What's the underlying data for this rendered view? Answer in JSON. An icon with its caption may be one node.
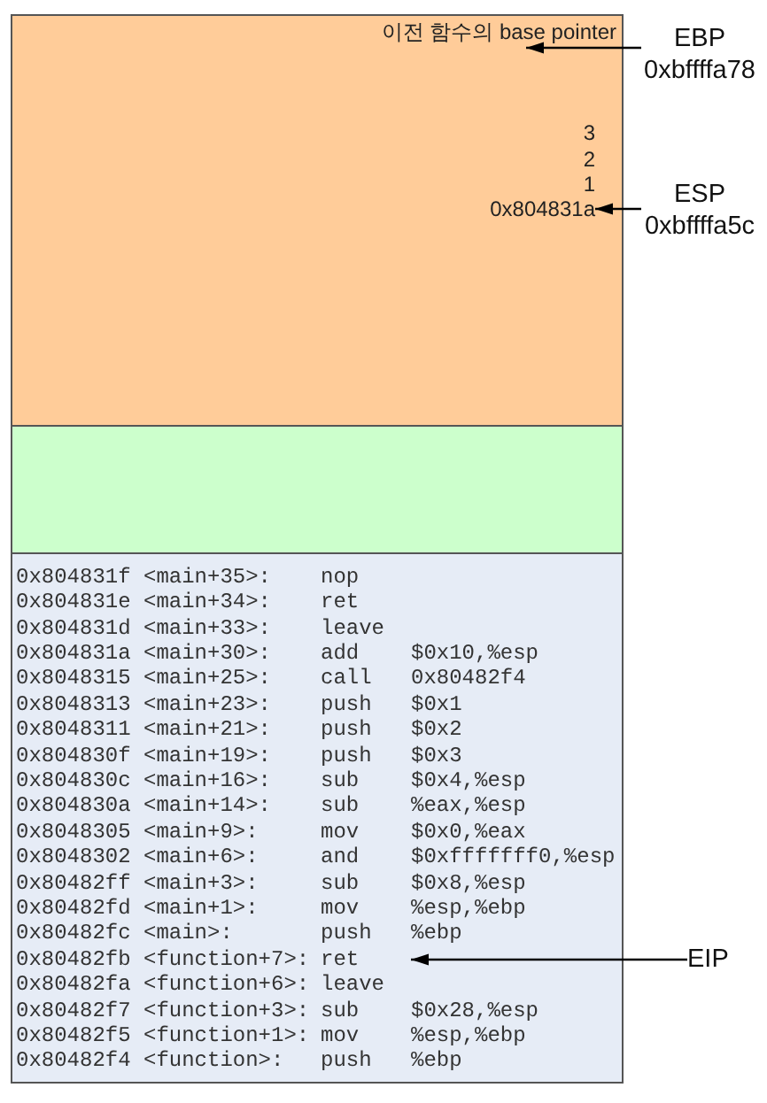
{
  "diagram": {
    "nodes": [
      {
        "text": [],
        "shape": "box"
      },
      {
        "text": [
          "이전 함수의 base pointer"
        ],
        "in": 0
      },
      {
        "text": [
          "EBP",
          "0xbffffa78"
        ]
      },
      {
        "text": [
          "3"
        ],
        "in": 0
      },
      {
        "text": [
          "2"
        ],
        "in": 0
      },
      {
        "text": [
          "1"
        ],
        "in": 0
      },
      {
        "text": [
          "0x804831a"
        ],
        "in": 0
      },
      {
        "text": [
          "ESP",
          "0xbffffa5c"
        ]
      },
      {
        "text": [],
        "shape": "box"
      },
      {
        "text": [],
        "shape": "box"
      },
      {
        "text": [
          "0x804831f",
          "<main+35>:",
          "nop"
        ],
        "in": 9
      },
      {
        "text": [
          "0x804831e",
          "<main+34>:",
          "ret"
        ],
        "in": 9
      },
      {
        "text": [
          "0x804831d",
          "<main+33>:",
          "leave"
        ],
        "in": 9
      },
      {
        "text": [
          "0x804831a",
          "<main+30>:",
          "add",
          "$0x10,%esp"
        ],
        "in": 9
      },
      {
        "text": [
          "0x8048315",
          "<main+25>:",
          "call",
          "0x80482f4"
        ],
        "in": 9
      },
      {
        "text": [
          "0x8048313",
          "<main+23>:",
          "push",
          "$0x1"
        ],
        "in": 9
      },
      {
        "text": [
          "0x8048311",
          "<main+21>:",
          "push",
          "$0x2"
        ],
        "in": 9
      },
      {
        "text": [
          "0x804830f",
          "<main+19>:",
          "push",
          "$0x3"
        ],
        "in": 9
      },
      {
        "text": [
          "0x804830c",
          "<main+16>:",
          "sub",
          "$0x4,%esp"
        ],
        "in": 9
      },
      {
        "text": [
          "0x804830a",
          "<main+14>:",
          "sub",
          "%eax,%esp"
        ],
        "in": 9
      },
      {
        "text": [
          "0x8048305",
          "<main+9>:",
          "mov",
          "$0x0,%eax"
        ],
        "in": 9
      },
      {
        "text": [
          "0x8048302",
          "<main+6>:",
          "and",
          "$0xfffffff0,%esp"
        ],
        "in": 9
      },
      {
        "text": [
          "0x80482ff",
          "<main+3>:",
          "sub",
          "$0x8,%esp"
        ],
        "in": 9
      },
      {
        "text": [
          "0x80482fd",
          "<main+1>:",
          "mov",
          "%esp,%ebp"
        ],
        "in": 9
      },
      {
        "text": [
          "0x80482fc",
          "<main>:",
          "push",
          "%ebp"
        ],
        "in": 9
      },
      {
        "text": [
          "0x80482fb",
          "<function+7>:",
          "ret"
        ],
        "in": 9
      },
      {
        "text": [
          "0x80482fa",
          "<function+6>:",
          "leave"
        ],
        "in": 9
      },
      {
        "text": [
          "0x80482f7",
          "<function+3>:",
          "sub",
          "$0x28,%esp"
        ],
        "in": 9
      },
      {
        "text": [
          "0x80482f5",
          "<function+1>:",
          "mov",
          "%esp,%ebp"
        ],
        "in": 9
      },
      {
        "text": [
          "0x80482f4",
          "<function>:",
          "push",
          "%ebp"
        ],
        "in": 9
      },
      {
        "text": [
          "EIP"
        ]
      }
    ],
    "edges": [
      {
        "from": 2,
        "to": 1,
        "arrow": "to"
      },
      {
        "from": 7,
        "to": 6,
        "arrow": "to"
      },
      {
        "from": 30,
        "to": 25,
        "arrow": "to"
      }
    ]
  }
}
